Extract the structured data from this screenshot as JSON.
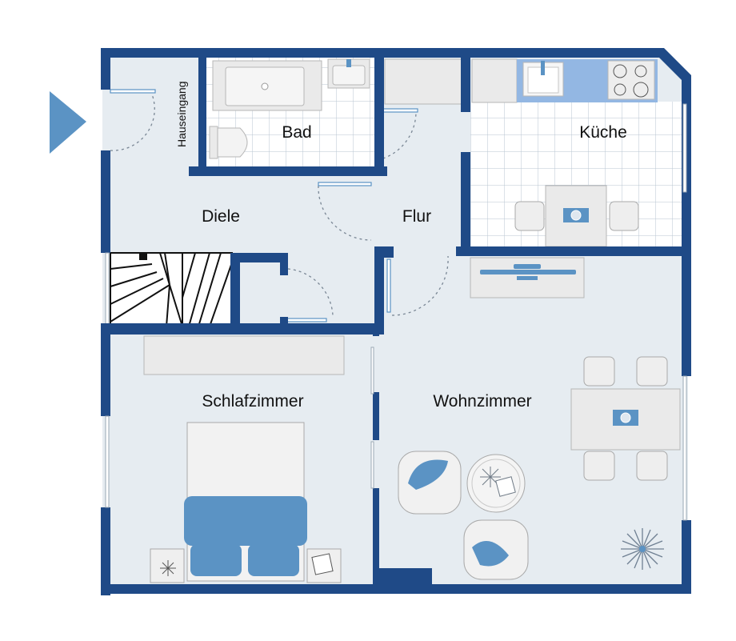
{
  "colors": {
    "wall": "#1f4a87",
    "floor": "#e6ecf1",
    "tile_line": "#b9c6d2",
    "furniture": "#eaeaea",
    "furniture_edge": "#b7b7b7",
    "accent": "#5b93c4",
    "counter_blue": "#93b7e3",
    "entrance_arrow": "#5b93c4"
  },
  "rooms": {
    "entrance": "Hauseingang",
    "bath": "Bad",
    "kitchen": "Küche",
    "hall": "Diele",
    "corridor": "Flur",
    "bedroom": "Schlafzimmer",
    "living": "Wohnzimmer"
  },
  "icons": {
    "entrance": "entrance-arrow-icon",
    "stairs": "staircase-icon",
    "plant": "plant-icon"
  }
}
